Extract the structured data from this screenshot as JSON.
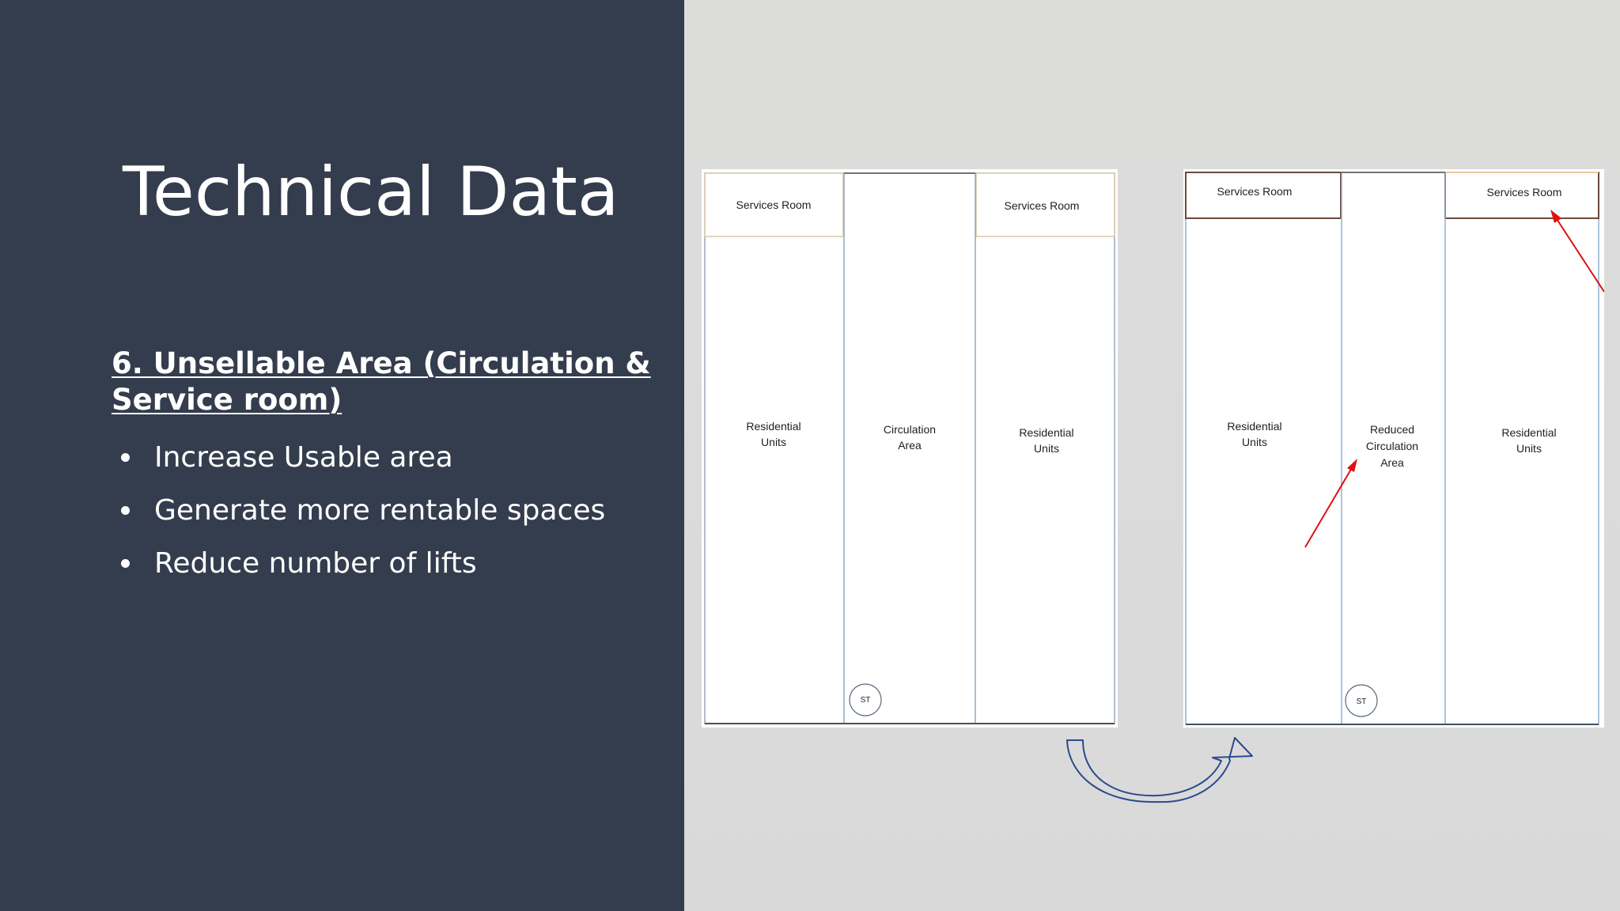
{
  "slide": {
    "title": "Technical Data",
    "heading_line1": "6. Unsellable Area (Circulation &",
    "heading_line2": "Service room)",
    "bullets": [
      "Increase Usable area",
      "Generate more rentable spaces",
      "Reduce number of lifts"
    ]
  },
  "diagram_before": {
    "services_room_left": "Services Room",
    "services_room_right": "Services Room",
    "residential_left": [
      "Residential",
      "Units"
    ],
    "circulation": [
      "Circulation",
      "Area"
    ],
    "residential_right": [
      "Residential",
      "Units"
    ],
    "stair_label": "ST"
  },
  "diagram_after": {
    "services_room_left": "Services Room",
    "services_room_right": "Services Room",
    "residential_left": [
      "Residential",
      "Units"
    ],
    "circulation": [
      "Reduced",
      "Circulation",
      "Area"
    ],
    "residential_right": [
      "Residential",
      "Units"
    ],
    "stair_label": "ST"
  },
  "colors": {
    "left_panel": "#343d4d",
    "right_panel": "#dcdcdc",
    "arrow_red": "#e01010",
    "transition_arrow": "#2c4a8c"
  }
}
